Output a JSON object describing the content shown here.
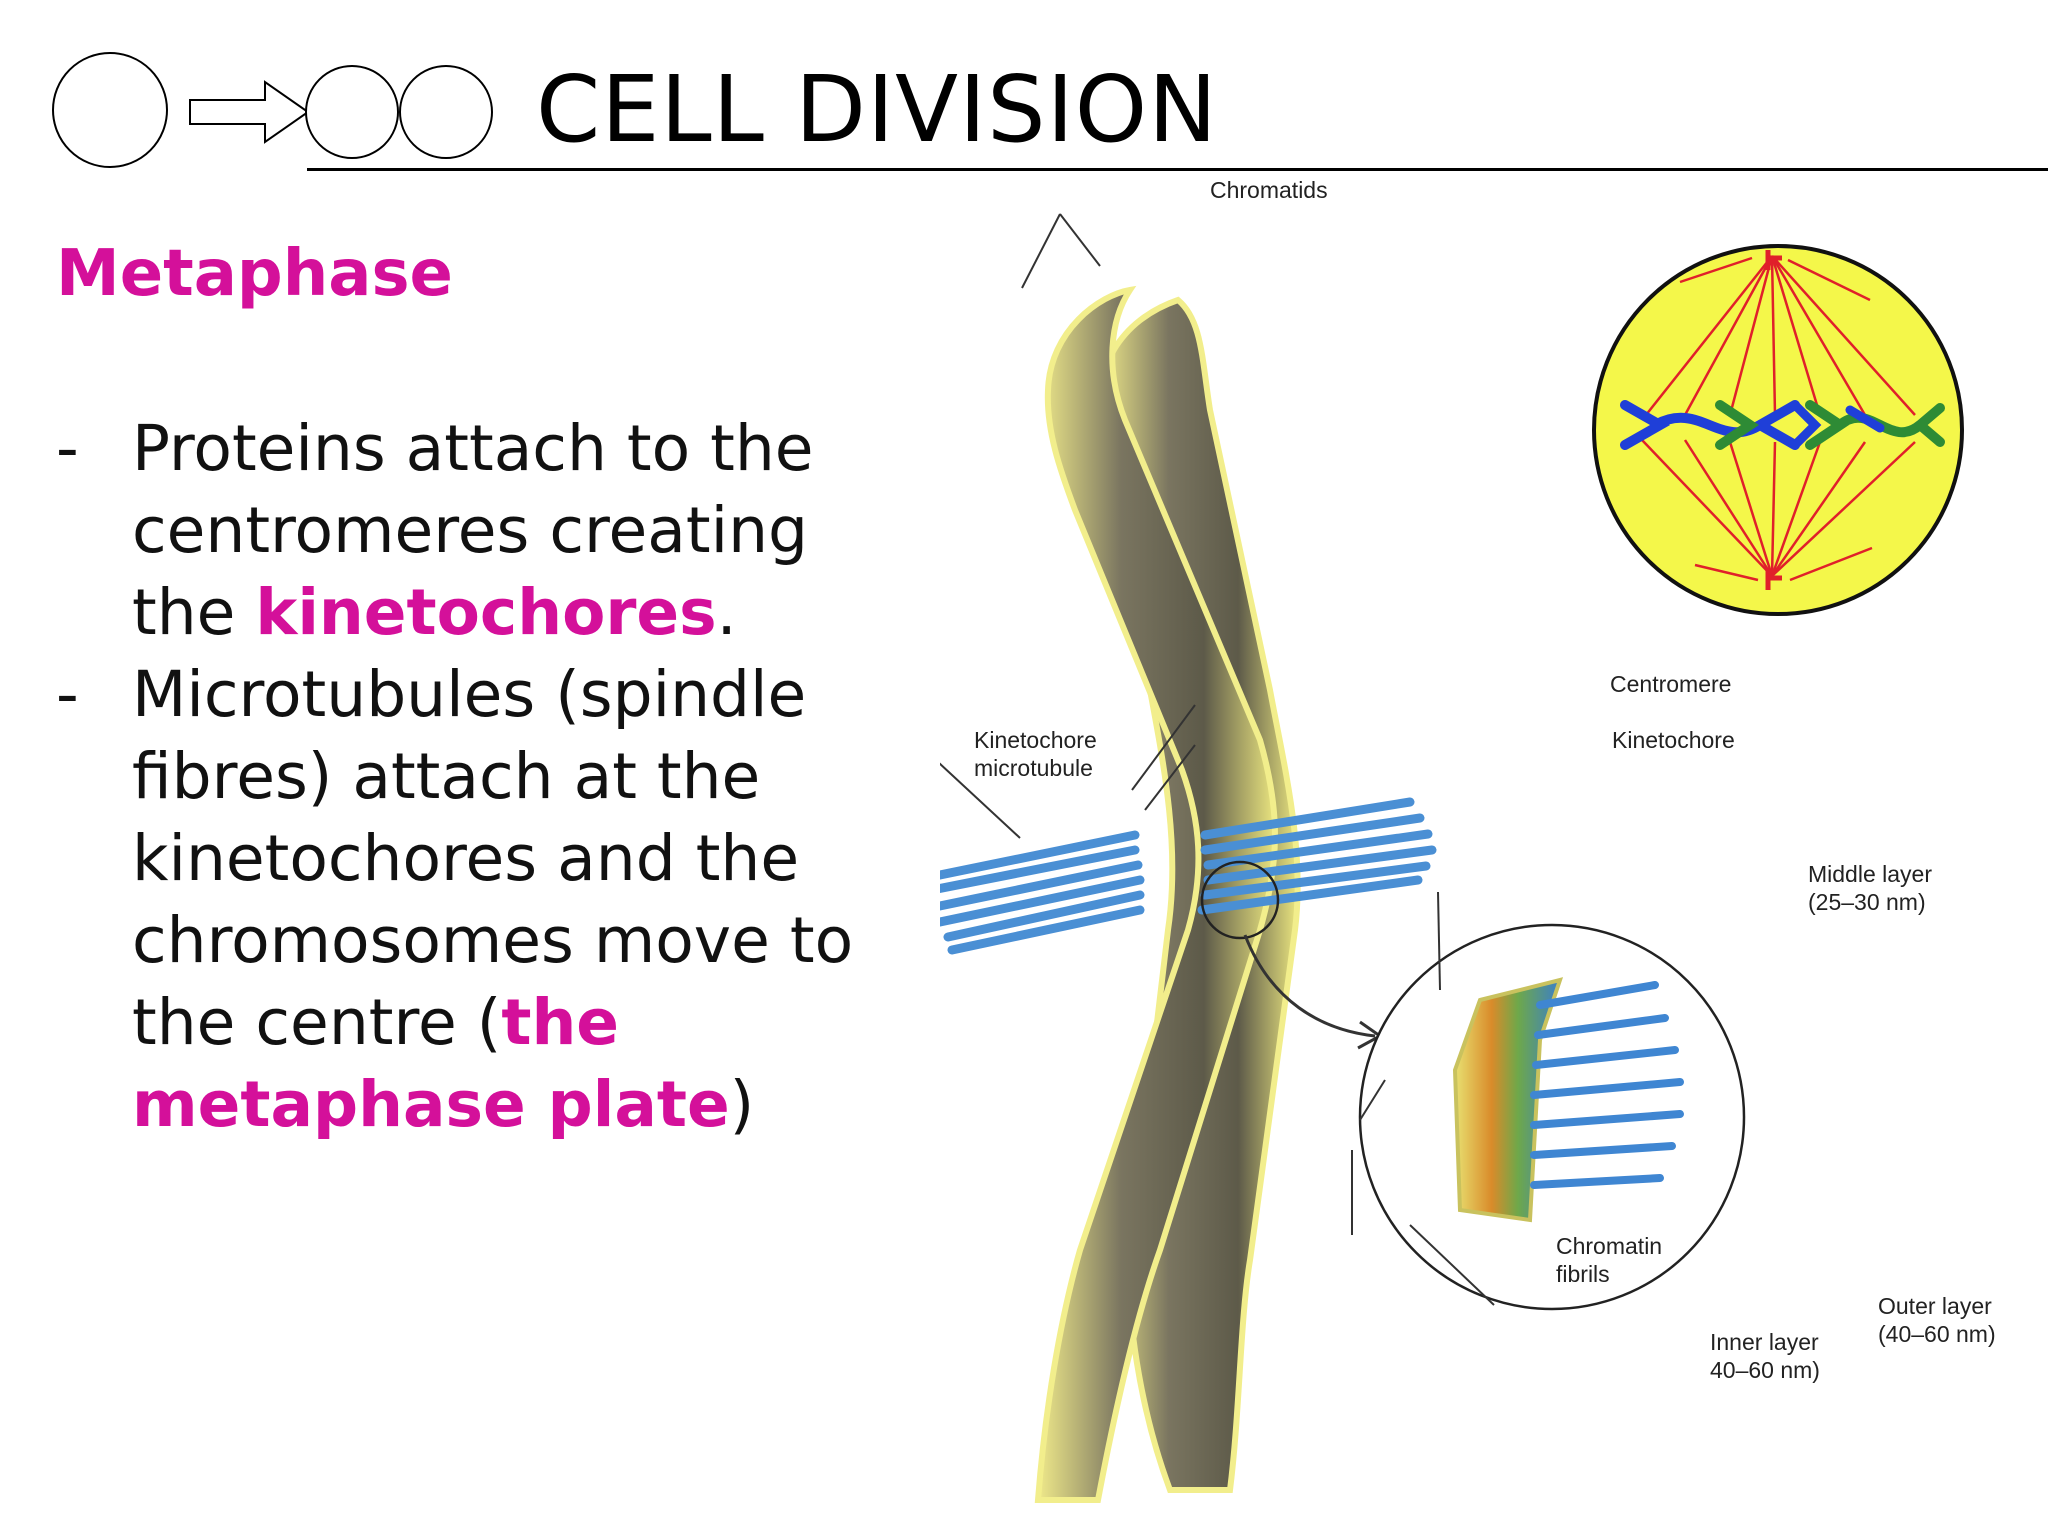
{
  "slide": {
    "title": "CELL DIVISION",
    "subtitle": "Metaphase",
    "bullet_marker": "-",
    "bullet1": {
      "text_before": "Proteins attach to the centromeres creating the ",
      "highlight": "kinetochores",
      "text_after": "."
    },
    "bullet2": {
      "text_before": "Microtubules (spindle fibres) attach at the kinetochores and the chromosomes move to the centre (",
      "highlight": "the metaphase plate",
      "text_after": ")"
    }
  },
  "figure_labels": {
    "chromatids": "Chromatids",
    "centromere": "Centromere",
    "kinetochore": "Kinetochore",
    "kinetochore_microtubule_line1": "Kinetochore",
    "kinetochore_microtubule_line2": "microtubule",
    "middle_layer_line1": "Middle layer",
    "middle_layer_line2": "(25–30 nm)",
    "chromatin_fibrils_line1": "Chromatin",
    "chromatin_fibrils_line2": "fibrils",
    "inner_layer_line1": "Inner layer",
    "inner_layer_line2": "40–60 nm)",
    "outer_layer_line1": "Outer layer",
    "outer_layer_line2": "(40–60 nm)"
  },
  "colors": {
    "accent": "#d4109a",
    "cell_fill": "#f4f74a",
    "spindle": "#e0202a",
    "chromosome_blue": "#1f3fd8",
    "chromosome_green": "#2e8b35",
    "microtubule": "#4a8fd4",
    "chromatid": "#6e6a55"
  },
  "icons": [
    "cell-division-icon",
    "arrow-right-icon"
  ]
}
